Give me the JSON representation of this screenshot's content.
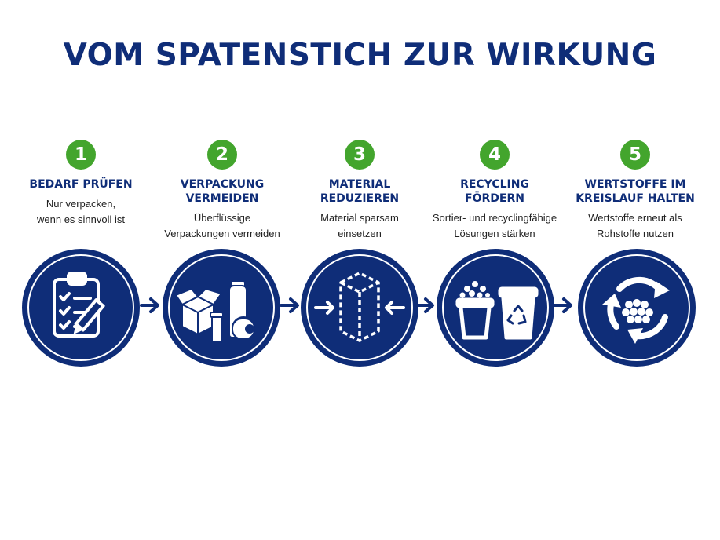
{
  "title": "VOM SPATENSTICH ZUR WIRKUNG",
  "colors": {
    "primary": "#0f2d78",
    "accent": "#43a52d",
    "text": "#222222"
  },
  "steps": [
    {
      "number": "1",
      "title_lines": [
        "BEDARF PRÜFEN"
      ],
      "desc_lines": [
        "Nur verpacken,",
        "wenn es sinnvoll ist"
      ],
      "icon": "clipboard-checklist-icon"
    },
    {
      "number": "2",
      "title_lines": [
        "VERPACKUNG",
        "VERMEIDEN"
      ],
      "desc_lines": [
        "Überflüssige",
        "Verpackungen vermeiden"
      ],
      "icon": "packaging-items-icon"
    },
    {
      "number": "3",
      "title_lines": [
        "MATERIAL",
        "REDUZIEREN"
      ],
      "desc_lines": [
        "Material sparsam",
        "einsetzen"
      ],
      "icon": "reduce-material-box-icon"
    },
    {
      "number": "4",
      "title_lines": [
        "RECYCLING",
        "FÖRDERN"
      ],
      "desc_lines": [
        "Sortier- und recyclingfähige",
        "Lösungen stärken"
      ],
      "icon": "recycling-bins-icon"
    },
    {
      "number": "5",
      "title_lines": [
        "WERTSTOFFE IM",
        "KREISLAUF HALTEN"
      ],
      "desc_lines": [
        "Wertstoffe erneut als",
        "Rohstoffe nutzen"
      ],
      "icon": "circular-economy-icon"
    }
  ]
}
